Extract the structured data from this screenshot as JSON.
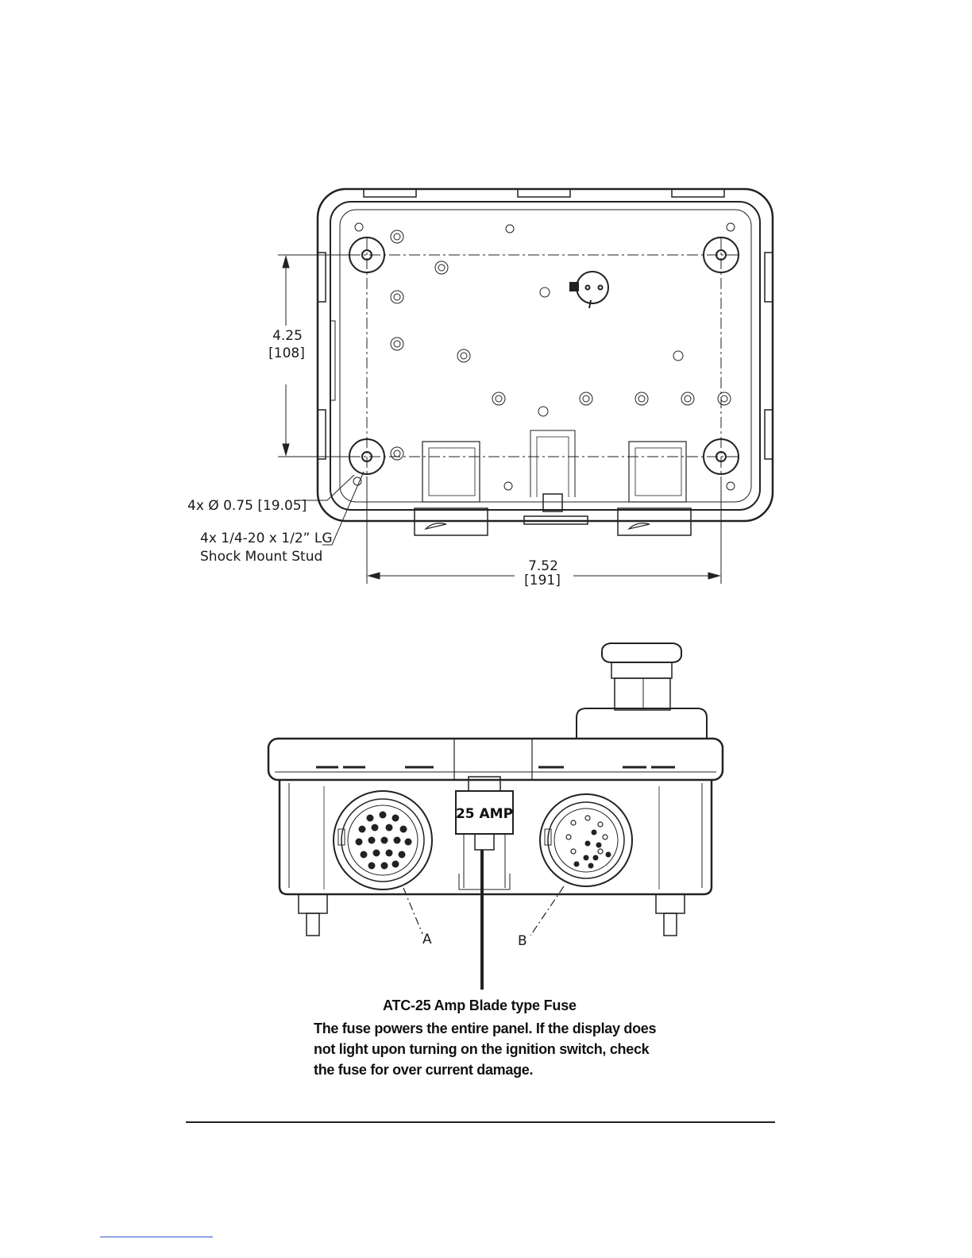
{
  "top_view": {
    "height_dim": "4.25",
    "height_dim_mm": "[108]",
    "width_dim": "7.52",
    "width_dim_mm": "[191]",
    "hole_callout": "4x Ø 0.75 [19.05]",
    "stud_callout_line1": "4x 1/4-20 x 1/2” LG",
    "stud_callout_line2": "Shock Mount Stud"
  },
  "front_view": {
    "fuse_label": "25 AMP",
    "connector_a": "A",
    "connector_b": "B"
  },
  "fuse_note": {
    "title": "ATC-25 Amp Blade type Fuse",
    "lines": [
      "The fuse powers the entire panel.  If the display does",
      "not light upon turning on the ignition switch, check",
      "the fuse for over current damage."
    ]
  }
}
